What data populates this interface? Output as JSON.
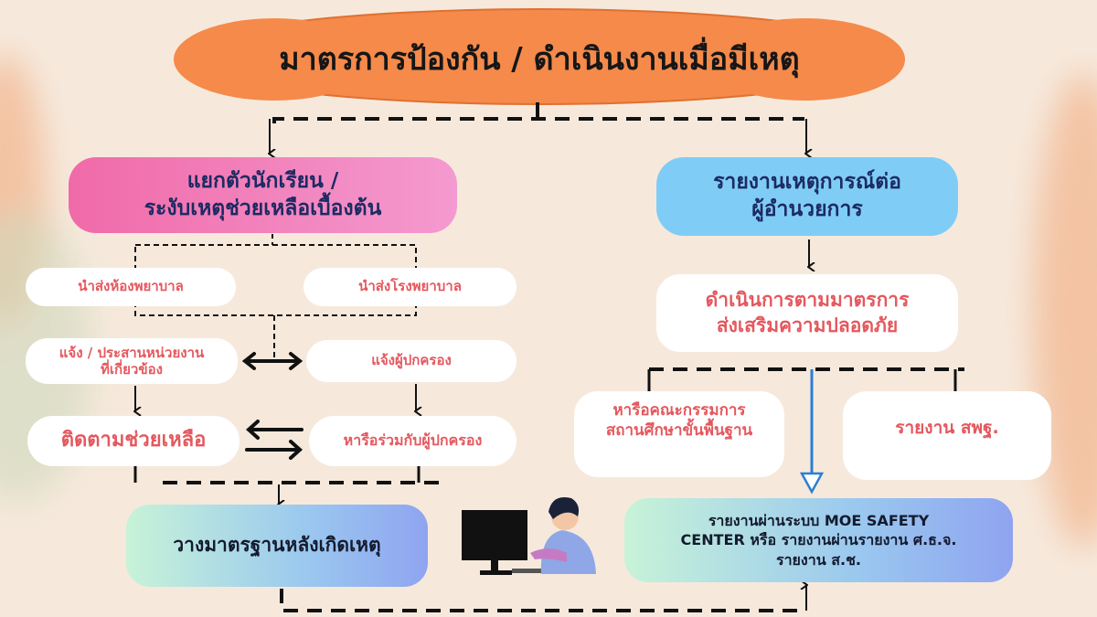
{
  "title": "มาตรการป้องกัน / ดำเนินงานเมื่อมีเหตุ",
  "left": {
    "main": [
      "แยกตัวนักเรียน /",
      "ระงับเหตุช่วยเหลือเบื้องต้น"
    ],
    "nurse_room": "นำส่งห้องพยาบาล",
    "hospital": "นำส่งโรงพยาบาล",
    "notify_agencies": [
      "แจ้ง / ประสานหน่วยงาน",
      "ที่เกี่ยวข้อง"
    ],
    "notify_parents": "แจ้งผู้ปกครอง",
    "follow_up": "ติดตามช่วยเหลือ",
    "discuss_parents": "หารือร่วมกับผู้ปกครอง",
    "post_incident": "วางมาตรฐานหลังเกิดเหตุ"
  },
  "right": {
    "main": [
      "รายงานเหตุการณ์ต่อ",
      "ผู้อำนวยการ"
    ],
    "safety": [
      "ดำเนินการตามมาตรการ",
      "ส่งเสริมความปลอดภัย"
    ],
    "committee": [
      "หารือคณะกรรมการ",
      "สถานศึกษาขั้นพื้นฐาน"
    ],
    "report_office": "รายงาน สพฐ.",
    "moe": [
      "รายงานผ่านระบบ MOE SAFETY",
      "CENTER หรือ รายงานผ่านรายงาน ศ.ธ.จ.",
      "รายงาน ส.ช."
    ]
  },
  "colors": {
    "title_bg": "#f58a4a",
    "pink": "#f27bbd",
    "blue": "#7fcdf7",
    "text_red": "#e4585e",
    "text_navy": "#1d2a63"
  }
}
